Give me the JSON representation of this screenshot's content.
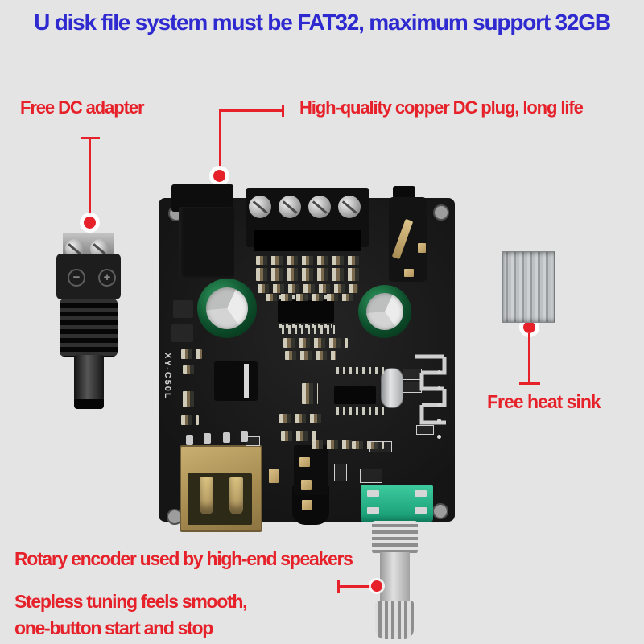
{
  "title": {
    "text": "U disk file system must be FAT32, maximum support 32GB"
  },
  "callouts": {
    "dc_adapter": {
      "label": "Free DC adapter"
    },
    "dc_plug": {
      "label": "High-quality copper DC plug, long life"
    },
    "heat_sink": {
      "label": "Free heat sink"
    },
    "rotary_encoder": {
      "label": "Rotary encoder used by high-end speakers"
    },
    "tuning": {
      "line1": "Stepless tuning feels smooth,",
      "line2": "one-button start and stop"
    }
  },
  "board": {
    "silkscreen": "XY-C50L",
    "dc_plug_minus": "−",
    "dc_plug_plus": "+"
  },
  "colors": {
    "title_blue": "#2e2ad0",
    "label_red": "#e62129",
    "background_gray": "#e4e4e5",
    "pcb_black": "#1b1b1b",
    "encoder_green": "#2bb98a",
    "capacitor_green": "#0e5731",
    "usb_brass": "#b59a5e",
    "heatsink_silver": "#b5b8ba"
  }
}
